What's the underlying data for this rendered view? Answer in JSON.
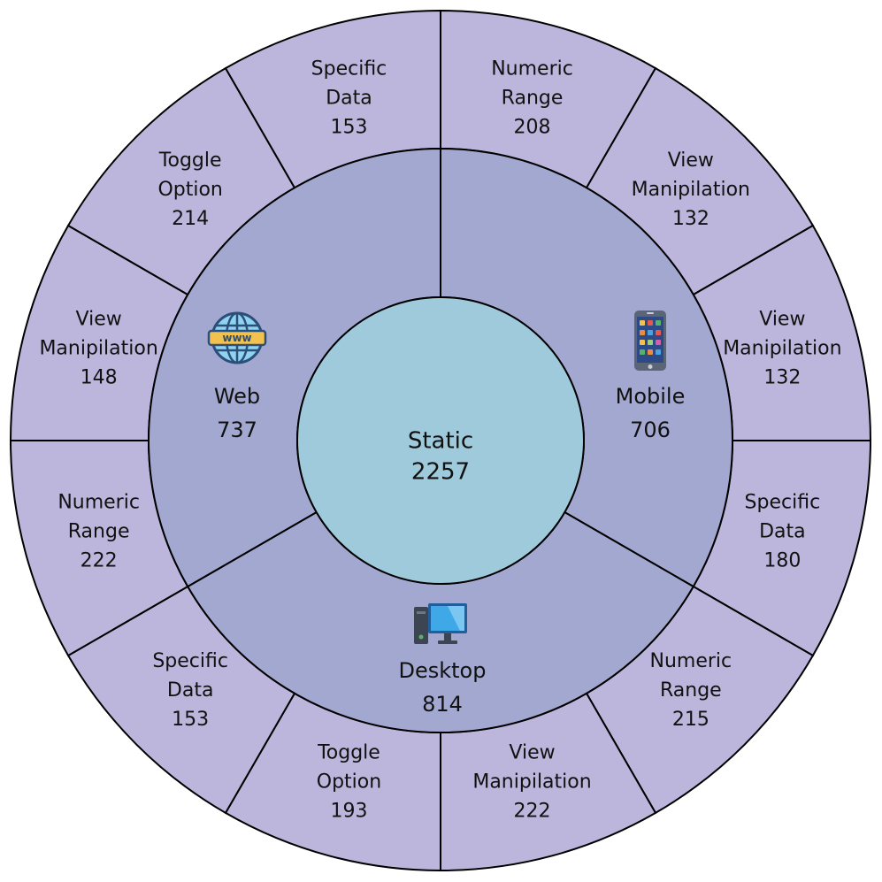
{
  "chart_data": {
    "type": "sunburst",
    "center": {
      "label": "Static",
      "value": 2257
    },
    "colors": {
      "center": "#9ecadb",
      "middle": "#a2a8d0",
      "outer": "#bcb6dc",
      "stroke": "#000000"
    },
    "groups": [
      {
        "label": "Mobile",
        "value": 706,
        "icon": "mobile-phone-icon",
        "children": [
          {
            "label": "Numeric Range",
            "value": 208
          },
          {
            "label": "View Manipilation",
            "value": 132
          },
          {
            "label": "View Manipilation",
            "value": 132
          },
          {
            "label": "Specific Data",
            "value": 180
          }
        ]
      },
      {
        "label": "Desktop",
        "value": 814,
        "icon": "desktop-computer-icon",
        "children": [
          {
            "label": "Numeric Range",
            "value": 215
          },
          {
            "label": "View Manipilation",
            "value": 222
          },
          {
            "label": "Toggle Option",
            "value": 193
          },
          {
            "label": "Specific Data",
            "value": 153
          }
        ]
      },
      {
        "label": "Web",
        "value": 737,
        "icon": "web-globe-icon",
        "children": [
          {
            "label": "Numeric Range",
            "value": 222
          },
          {
            "label": "View Manipilation",
            "value": 148
          },
          {
            "label": "Toggle Option",
            "value": 214
          },
          {
            "label": "Specific Data",
            "value": 153
          }
        ]
      }
    ],
    "www_badge": "www"
  }
}
